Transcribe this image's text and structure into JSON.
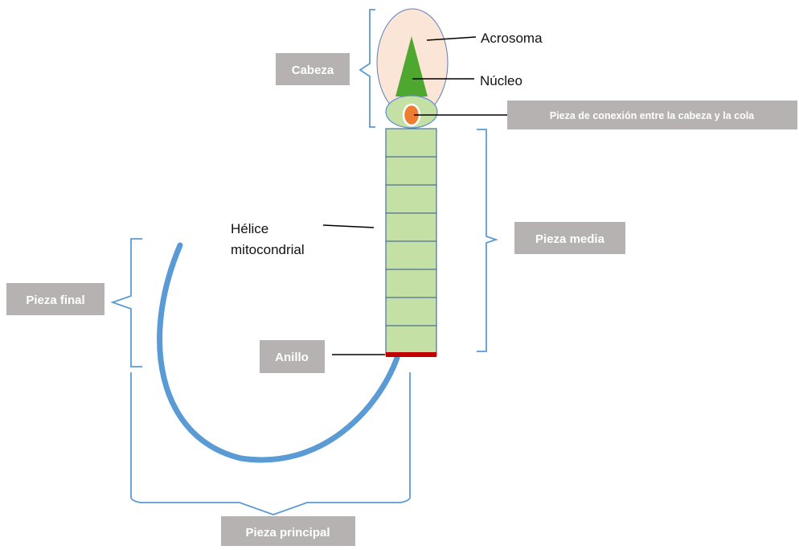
{
  "diagram": {
    "labels": {
      "acrosoma": "Acrosoma",
      "nucleo": "Núcleo",
      "helice_line1": "Hélice",
      "helice_line2": "mitocondrial",
      "cabeza": "Cabeza",
      "pieza_conexion": "Pieza de conexión entre la cabeza y la cola",
      "pieza_media": "Pieza media",
      "pieza_final": "Pieza final",
      "anillo": "Anillo",
      "pieza_principal": "Pieza principal"
    },
    "colors": {
      "head_fill": "#fae5d6",
      "head_outline": "#5b7db8",
      "nucleus": "#4ea72e",
      "neck_fill": "#c5e0a5",
      "neck_outline": "#5b8fd0",
      "centriole": "#ed7d31",
      "midpiece_fill": "#c5e0a5",
      "midpiece_lines": "#2f5597",
      "annulus": "#c00000",
      "tail": "#5b9bd5",
      "bracket": "#5b9bd5",
      "label_box": "#b7b2b2",
      "label_text": "#ffffff",
      "leader_line": "#000000"
    }
  }
}
